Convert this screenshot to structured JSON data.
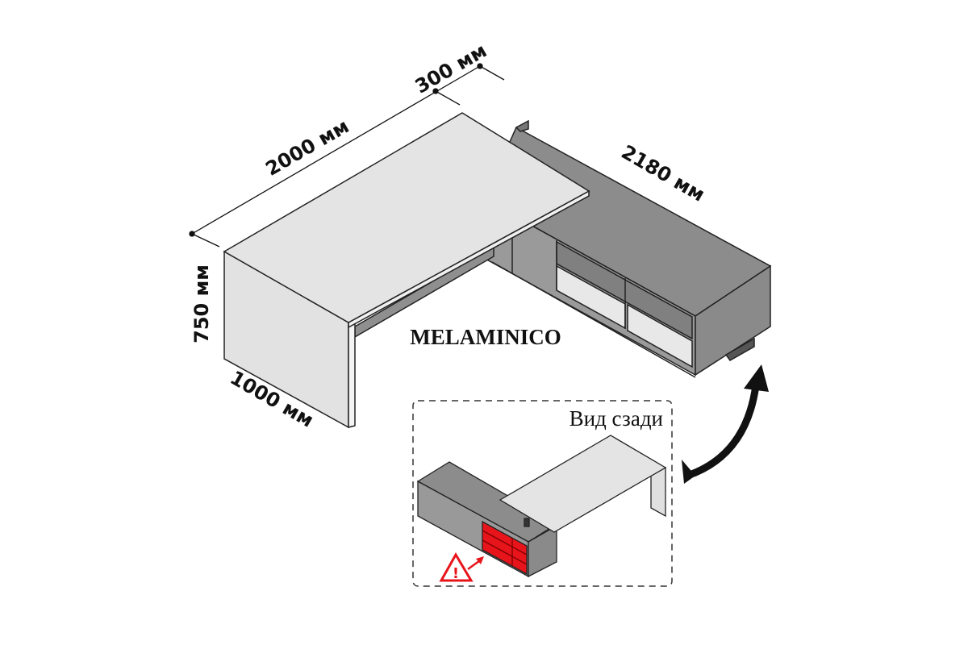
{
  "dimensions": {
    "length": "2000 мм",
    "extension": "300 мм",
    "credenza_length": "2180 мм",
    "height": "750 мм",
    "depth": "1000 мм"
  },
  "material_label": "MELAMINICO",
  "inset": {
    "caption": "Вид сзади",
    "warning_icon": "warning-triangle-icon",
    "highlight_color": "#e8141b"
  },
  "colors": {
    "desktop": "#e4e4e4",
    "credenza": "#8c8c8c",
    "credenza_front": "#9a9a9a",
    "drawer": "#e8e8e8"
  }
}
